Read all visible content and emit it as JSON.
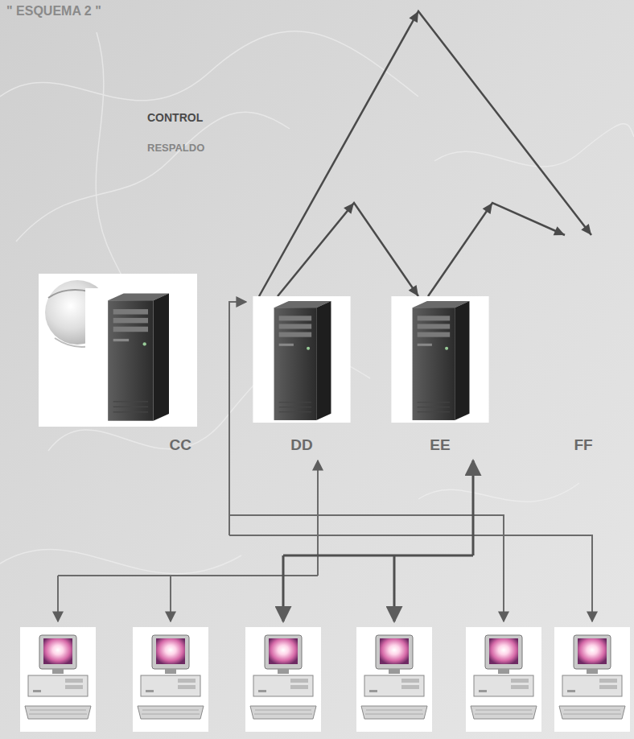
{
  "diagram": {
    "title": "\" ESQUEMA 2 \"",
    "nodes": [
      {
        "text": [
          "CC"
        ]
      },
      {
        "text": [
          "DD"
        ]
      },
      {
        "text": [
          "EE"
        ]
      },
      {
        "text": [
          "FF"
        ]
      }
    ],
    "edges": [
      {
        "from": 1,
        "to": 3,
        "arrow": "to"
      },
      {
        "from": 1,
        "to": 2,
        "arrow": "to"
      },
      {
        "from": 2,
        "to": 3,
        "arrow": "to"
      }
    ],
    "labels": [
      "CONTROL",
      "RESPALDO"
    ]
  }
}
